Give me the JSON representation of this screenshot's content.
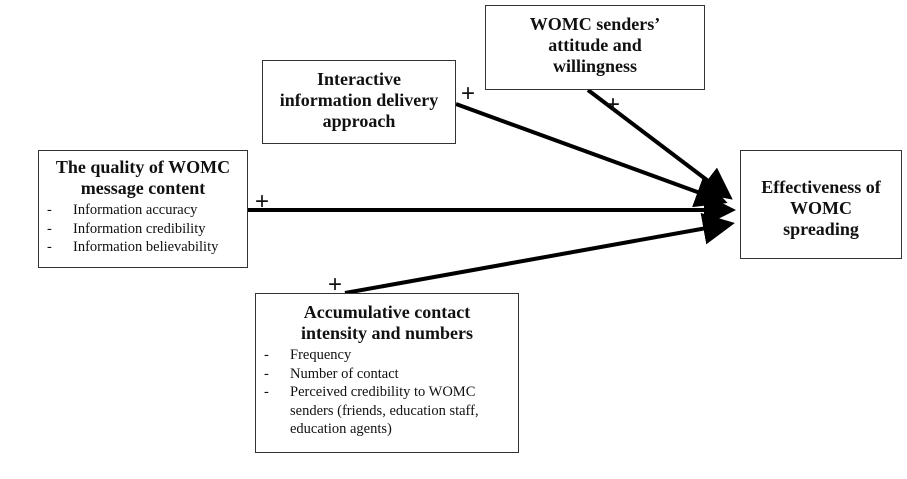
{
  "diagram": {
    "nodes": {
      "senders_attitude": {
        "title_lines": [
          "WOMC senders’",
          "attitude and",
          "willingness"
        ],
        "items": []
      },
      "interactive_delivery": {
        "title_lines": [
          "Interactive",
          "information delivery",
          "approach"
        ],
        "items": []
      },
      "message_quality": {
        "title_lines": [
          "The quality of WOMC",
          "message content"
        ],
        "items": [
          "Information accuracy",
          "Information credibility",
          "Information believability"
        ]
      },
      "contact_intensity": {
        "title_lines": [
          "Accumulative contact",
          "intensity and numbers"
        ],
        "items": [
          "Frequency",
          "Number of contact",
          "Perceived credibility to WOMC senders (friends, education staff, education agents)"
        ]
      },
      "effectiveness": {
        "title_lines": [
          "Effectiveness of",
          "WOMC",
          "spreading"
        ],
        "items": []
      }
    },
    "edges": [
      {
        "from": "senders_attitude",
        "to": "effectiveness",
        "sign": "+"
      },
      {
        "from": "interactive_delivery",
        "to": "effectiveness",
        "sign": "+"
      },
      {
        "from": "message_quality",
        "to": "effectiveness",
        "sign": "+"
      },
      {
        "from": "contact_intensity",
        "to": "effectiveness",
        "sign": "+"
      }
    ]
  }
}
